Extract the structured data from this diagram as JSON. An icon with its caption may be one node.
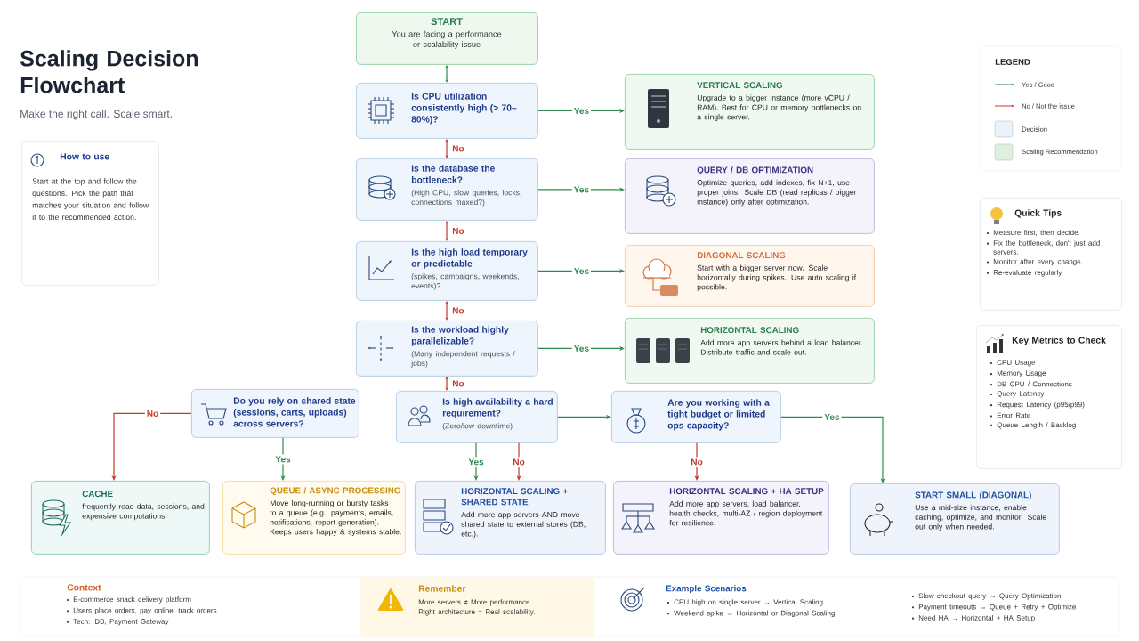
{
  "diagram": {
    "title": "Scaling Decision Flowchart",
    "nodes": [
      {
        "text": [
          "START",
          "You are facing a performance or scalability issue"
        ]
      },
      {
        "text": [
          "Is CPU utilization consistently high (> 70–80%)?"
        ]
      },
      {
        "text": [
          "VERTICAL SCALING",
          "Upgrade to a bigger instance (more vCPU / RAM). Best for CPU or memory bottlenecks on a single server."
        ]
      },
      {
        "text": [
          "Is the database the bottleneck?",
          "(High CPU, slow queries, locks, connections maxed?)"
        ]
      },
      {
        "text": [
          "QUERY / DB OPTIMIZATION",
          "Optimize queries, add indexes, fix N+1, use proper joins. Scale DB (read replicas / bigger instance) only after optimization."
        ]
      },
      {
        "text": [
          "Is the high load temporary or predictable",
          "(spikes, campaigns, weekends, events)?"
        ]
      },
      {
        "text": [
          "DIAGONAL SCALING",
          "Start with a bigger server now. Scale horizontally during spikes. Use auto scaling if possible."
        ]
      },
      {
        "text": [
          "Is the workload highly parallelizable?",
          "(Many independent requests / jobs)"
        ]
      },
      {
        "text": [
          "HORIZONTAL SCALING",
          "Add more app servers behind a load balancer. Distribute traffic and scale out."
        ]
      },
      {
        "text": [
          "Do you rely on shared state (sessions, carts, uploads) across servers?"
        ]
      },
      {
        "text": [
          "Is high availability a hard requirement?",
          "(Zero/low downtime)"
        ]
      },
      {
        "text": [
          "Are you working with a tight budget or limited ops capacity?"
        ]
      },
      {
        "text": [
          "CACHE",
          "frequently read data, sessions, and expensive computations."
        ]
      },
      {
        "text": [
          "QUEUE / ASYNC PROCESSING",
          "Move long-running or bursty tasks to a queue (e.g., payments, emails, notifications, report generation). Keeps users happy & systems stable."
        ]
      },
      {
        "text": [
          "HORIZONTAL SCALING + SHARED STATE",
          "Add more app servers AND move shared state to external stores (DB, etc.)."
        ]
      },
      {
        "text": [
          "HORIZONTAL SCALING + HA SETUP",
          "Add more app servers, load balancer, health checks, multi-AZ / region deployment for resilience."
        ]
      },
      {
        "text": [
          "START SMALL (DIAGONAL)",
          "Use a mid-size instance, enable caching, optimize, and monitor. Scale out only when needed."
        ]
      },
      {
        "text": [
          "How to use",
          "Start at the top and follow the questions. Pick the path that matches your situation and follow it to the recommended action."
        ]
      },
      {
        "text": [
          "Quick Tips",
          "Measure first, then decide.",
          "Fix the bottleneck, don't just add servers.",
          "Monitor after every change.",
          "Re-evaluate regularly."
        ]
      },
      {
        "text": [
          "Key Metrics to Check",
          "CPU Usage",
          "Memory Usage",
          "DB CPU / Connections",
          "Query Latency",
          "Request Latency (p95/p99)",
          "Error Rate",
          "Queue Length / Backlog"
        ]
      },
      {
        "text": [
          "Context",
          "E-commerce snack delivery platform",
          "Users place orders, pay online, track orders",
          "Tech: DB, Payment Gateway"
        ]
      },
      {
        "text": [
          "Remember",
          "More servers ≠ More performance.",
          "Right architecture = Real scalability."
        ]
      },
      {
        "text": [
          "Example Scenarios",
          "CPU high on single server → Vertical Scaling",
          "Weekend spike → Horizontal or Diagonal Scaling",
          "Slow checkout query → Query Optimization",
          "Payment timeouts → Queue + Retry + Optimize",
          "Need HA → Horizontal + HA Setup"
        ]
      }
    ],
    "edges": [
      {
        "from": 0,
        "to": 1,
        "arrow": "both"
      },
      {
        "from": 1,
        "to": 2,
        "arrow": "to",
        "label": "Yes"
      },
      {
        "from": 1,
        "to": 3,
        "arrow": "both",
        "label": "No",
        "color": "#c0392b"
      },
      {
        "from": 3,
        "to": 4,
        "arrow": "to",
        "label": "Yes"
      },
      {
        "from": 3,
        "to": 5,
        "arrow": "both",
        "label": "No",
        "color": "#c0392b"
      },
      {
        "from": 5,
        "to": 6,
        "arrow": "to",
        "label": "Yes"
      },
      {
        "from": 5,
        "to": 7,
        "arrow": "both",
        "label": "No",
        "color": "#c0392b"
      },
      {
        "from": 7,
        "to": 8,
        "arrow": "to",
        "label": "Yes"
      },
      {
        "from": 7,
        "to": 10,
        "arrow": "both",
        "label": "No",
        "color": "#c0392b"
      },
      {
        "from": 9,
        "to": 12,
        "arrow": "to",
        "label": "No",
        "color": "#c0392b"
      },
      {
        "from": 9,
        "to": 13,
        "arrow": "to",
        "label": "Yes"
      },
      {
        "from": 10,
        "to": 11,
        "arrow": "to"
      },
      {
        "from": 10,
        "to": 14,
        "arrow": "to",
        "label": "Yes"
      },
      {
        "from": 10,
        "to": 14,
        "arrow": "to",
        "label": "No",
        "color": "#c0392b"
      },
      {
        "from": 11,
        "to": 15,
        "arrow": "to",
        "label": "No",
        "color": "#c0392b"
      },
      {
        "from": 11,
        "to": 16,
        "arrow": "to",
        "label": "Yes"
      }
    ],
    "labels": [
      "Make the right call. Scale smart.",
      "LEGEND"
    ],
    "legend": [
      {
        "text": "Yes / Good"
      },
      {
        "text": "No / Not the issue"
      },
      {
        "text": "Decision",
        "color": "#eaf2fb"
      },
      {
        "text": "Scaling Recommendation",
        "color": "#dff0df"
      }
    ]
  }
}
